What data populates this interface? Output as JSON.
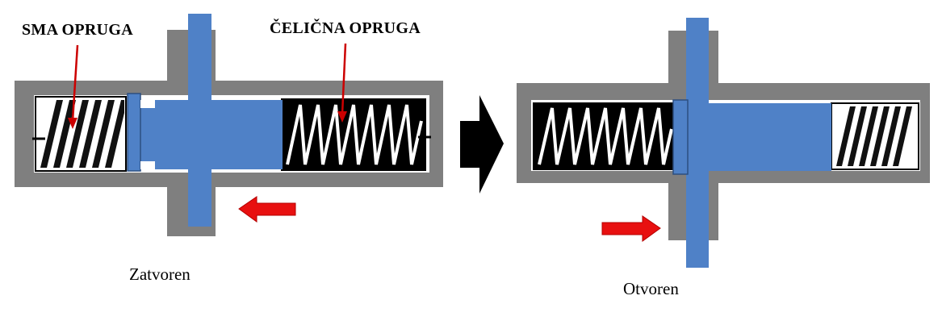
{
  "labels": {
    "sma_spring": "SMA OPRUGA",
    "steel_spring": "ČELIČNA OPRUGA",
    "closed_state": "Zatvoren",
    "open_state": "Otvoren"
  },
  "colors": {
    "housing": "#7f7f7f",
    "piston": "#4f81c7",
    "arrow": "#e81010",
    "spring_dark": "#000000",
    "spring_light": "#ffffff",
    "transition_arrow": "#000000"
  }
}
